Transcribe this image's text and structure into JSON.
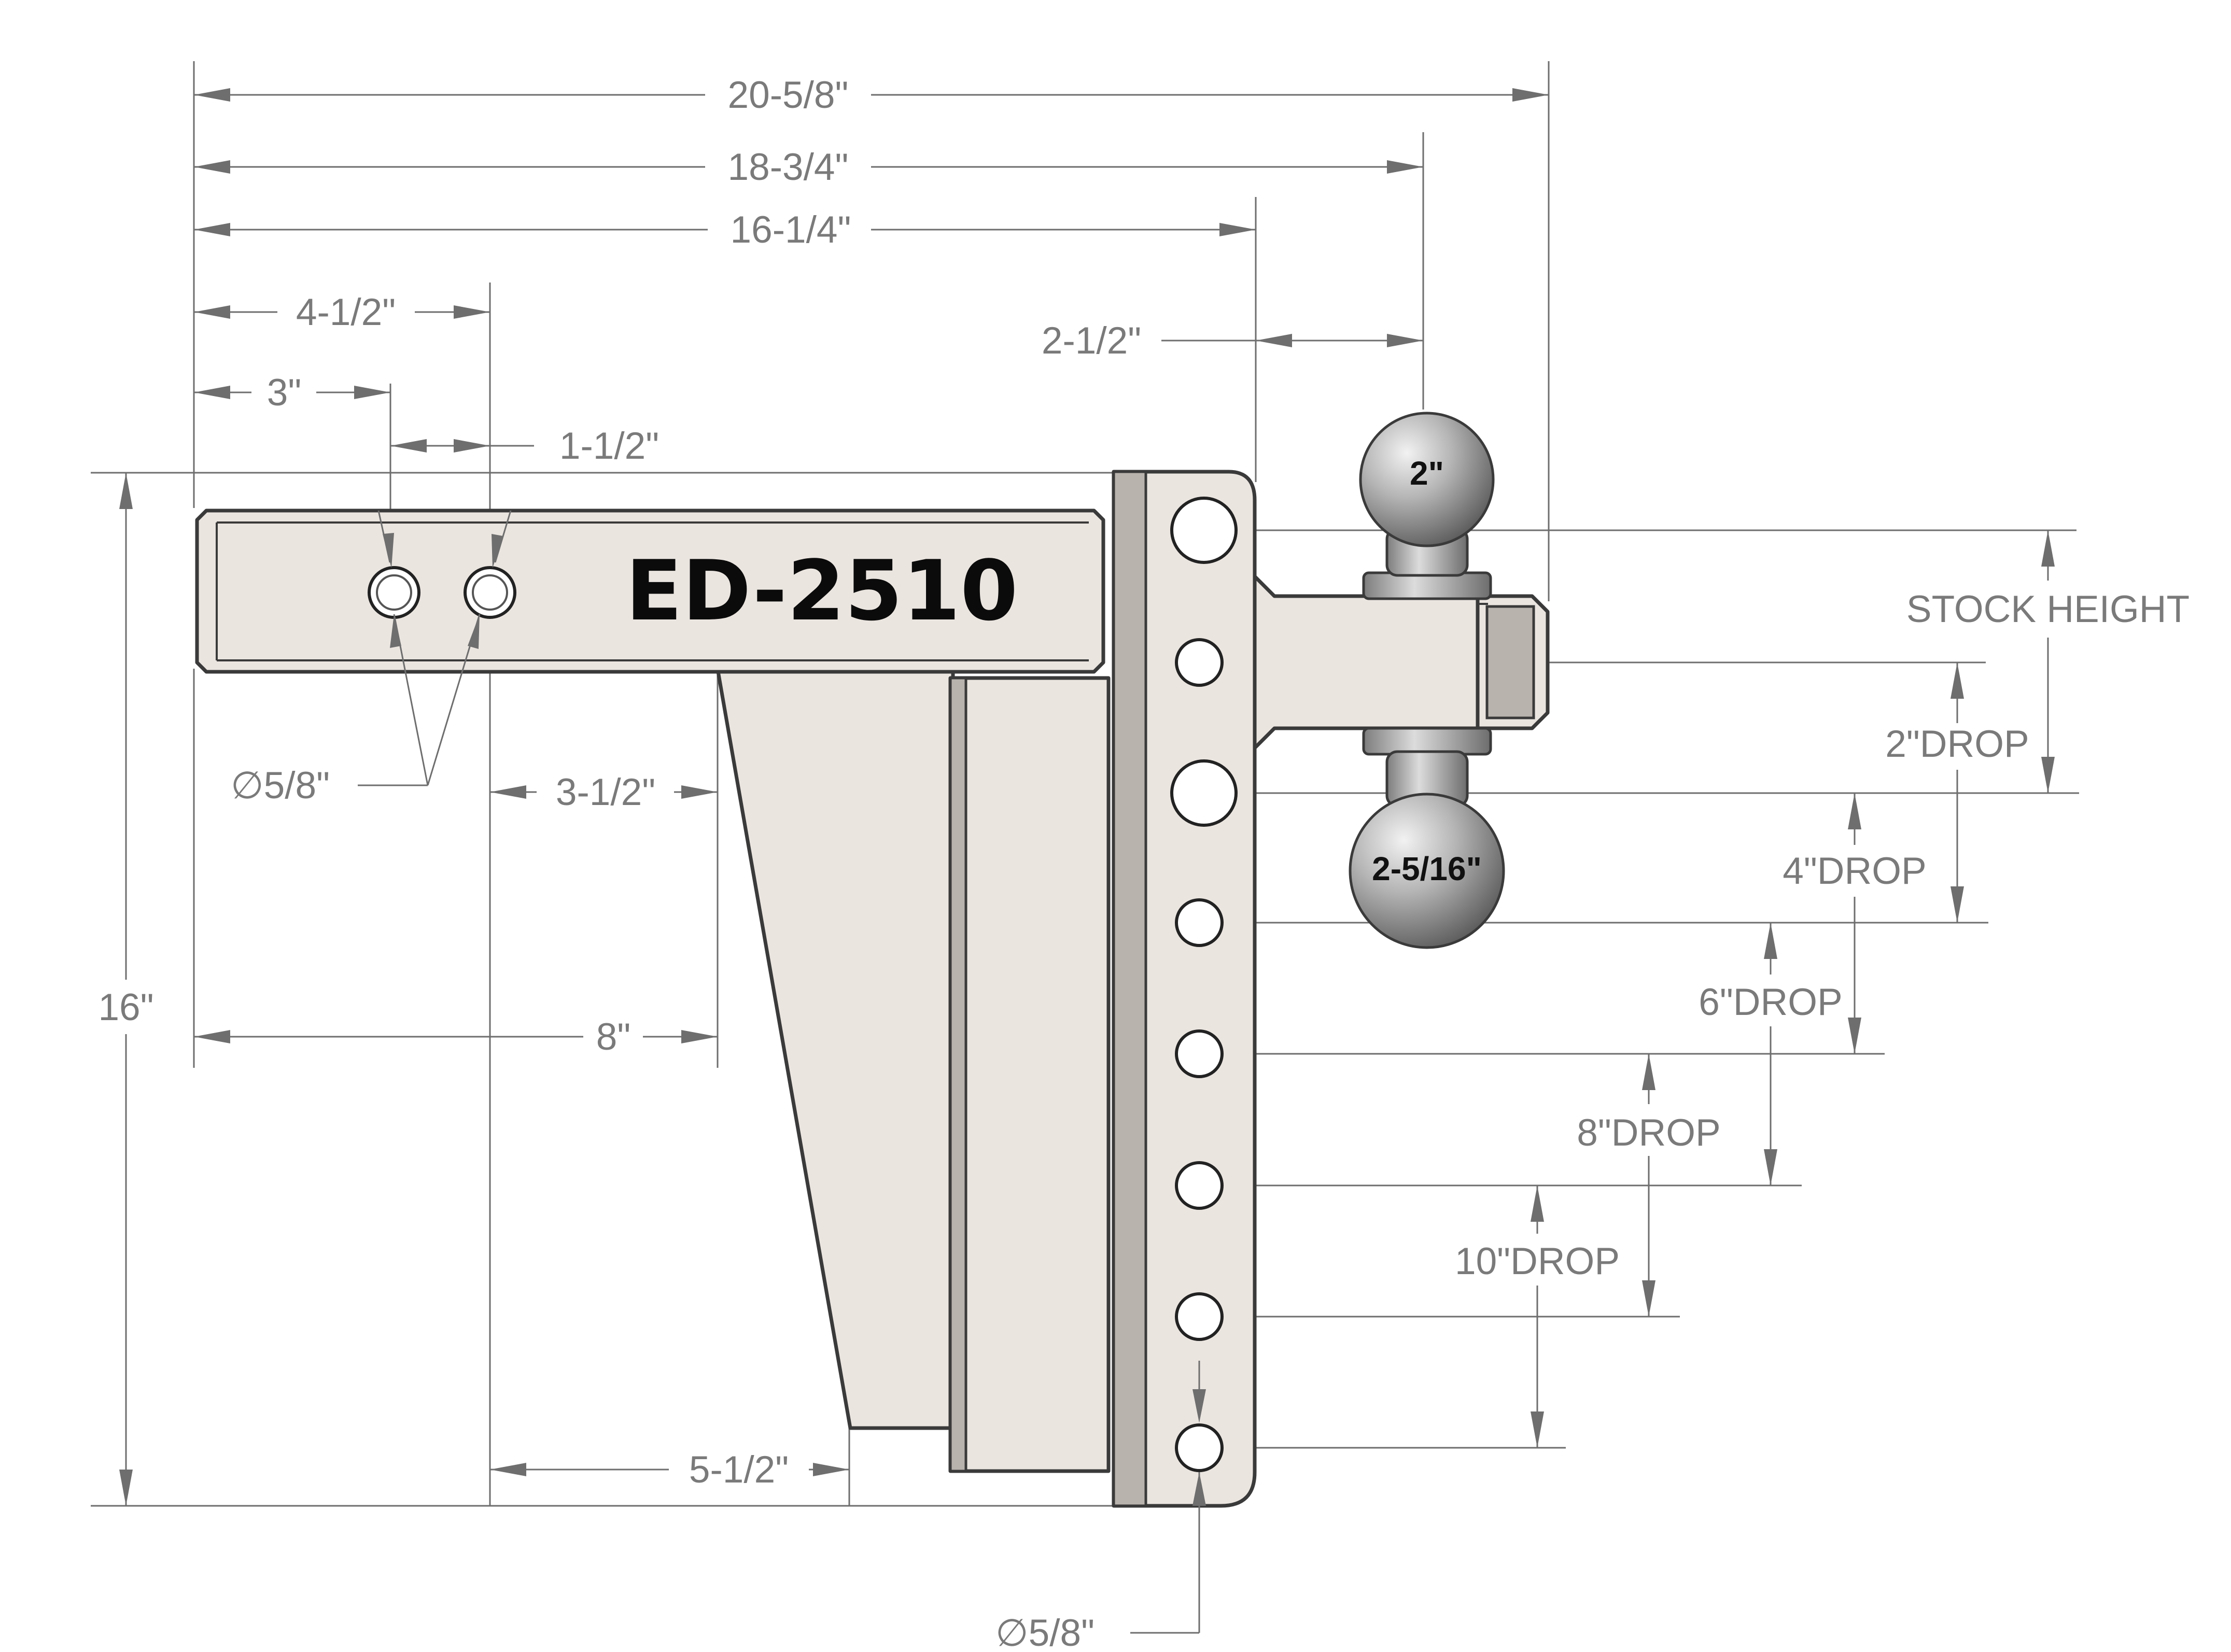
{
  "model": "ED-2510",
  "ball_sizes": {
    "top": "2\"",
    "bottom": "2-5/16\""
  },
  "dimensions": {
    "overall_length": "20-5/8\"",
    "ball_top_center": "18-3/4\"",
    "shank_to_plate": "16-1/4\"",
    "second_pin_hole": "4-1/2\"",
    "first_pin_hole": "3\"",
    "pin_hole_spacing": "1-1/2\"",
    "ball_offset": "2-1/2\"",
    "pin_hole_diameter": "∅5/8\"",
    "gusset_top": "3-1/2\"",
    "gusset_reach": "8\"",
    "gusset_bottom": "5-1/2\"",
    "overall_height": "16\"",
    "plate_hole_diameter": "∅5/8\""
  },
  "drop_labels": {
    "stock_height": "STOCK HEIGHT",
    "drop2": "2\"DROP",
    "drop4": "4\"DROP",
    "drop6": "6\"DROP",
    "drop8": "8\"DROP",
    "drop10": "10\"DROP"
  },
  "colors": {
    "metal": "#ebe5e0",
    "outline": "#3a3a3a",
    "dimension": "#7a7a7a",
    "ball": "#a9a9a9"
  }
}
